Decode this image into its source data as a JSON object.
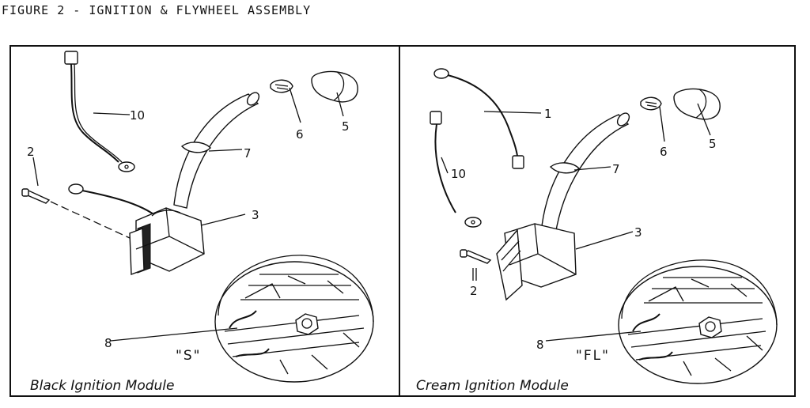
{
  "figure_title": "FIGURE 2 - IGNITION & FLYWHEEL ASSEMBLY",
  "panels": [
    {
      "caption": "Black Ignition Module",
      "flywheel_mark": "\"S\"",
      "callouts": {
        "c10": "10",
        "c2": "2",
        "c7": "7",
        "c3": "3",
        "c6": "6",
        "c5": "5",
        "c8": "8"
      }
    },
    {
      "caption": "Cream Ignition Module",
      "flywheel_mark": "\"FL\"",
      "callouts": {
        "c1": "1",
        "c10": "10",
        "c7": "7",
        "c6": "6",
        "c5": "5",
        "c3": "3",
        "c2": "2",
        "c8": "8"
      }
    }
  ]
}
